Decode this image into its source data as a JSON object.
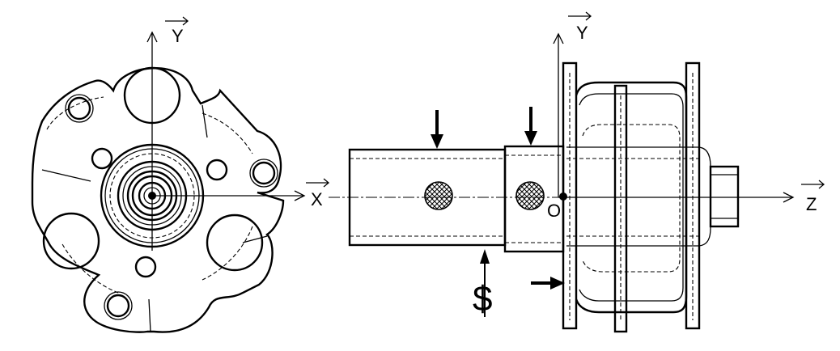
{
  "labels": {
    "front_y": "Y",
    "front_x": "X",
    "side_y": "Y",
    "side_z": "Z",
    "origin": "O",
    "dollar": "$"
  },
  "colors": {
    "ink": "#000000",
    "paper": "#ffffff"
  },
  "icons": [
    "load-arrow-icon",
    "vector-arrow-icon",
    "hatched-circle-icon"
  ]
}
